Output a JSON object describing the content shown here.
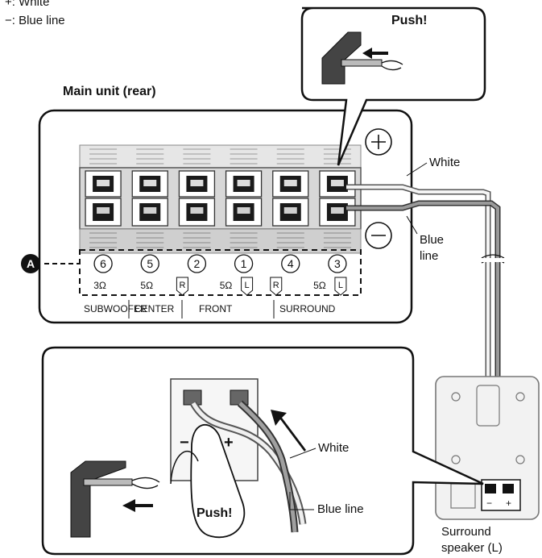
{
  "legend": {
    "plus_line": "+: White",
    "minus_line": "−: Blue line"
  },
  "main_unit": {
    "title": "Main unit (rear)",
    "plus_symbol": "+",
    "minus_symbol": "−",
    "callout_marker": "A",
    "terminals": [
      {
        "number": "6",
        "ohm": "3Ω",
        "side": "",
        "group": "SUBWOOFER"
      },
      {
        "number": "5",
        "ohm": "5Ω",
        "side": "",
        "group": "CENTER"
      },
      {
        "number": "2",
        "ohm": "",
        "side": "R",
        "group": "FRONT"
      },
      {
        "number": "1",
        "ohm": "5Ω",
        "side": "L",
        "group": "FRONT"
      },
      {
        "number": "4",
        "ohm": "",
        "side": "R",
        "group": "SURROUND"
      },
      {
        "number": "3",
        "ohm": "5Ω",
        "side": "L",
        "group": "SURROUND"
      }
    ],
    "groups": [
      "SUBWOOFER",
      "CENTER",
      "FRONT",
      "SURROUND"
    ]
  },
  "wires": {
    "white_label": "White",
    "blue_label_line1": "Blue",
    "blue_label_line2": "line"
  },
  "top_callout": {
    "push_label": "Push!"
  },
  "bottom_callout": {
    "push_label": "Push!",
    "white_label": "White",
    "blue_label": "Blue line",
    "minus_symbol": "−",
    "plus_symbol": "+"
  },
  "speaker": {
    "label_line1": "Surround",
    "label_line2": "speaker (L)",
    "minus_symbol": "−",
    "plus_symbol": "+"
  }
}
